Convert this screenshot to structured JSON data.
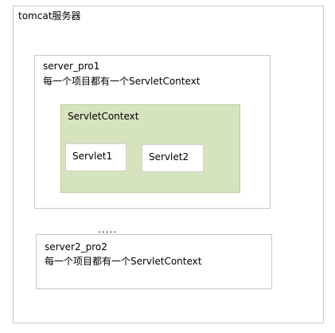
{
  "tomcat": {
    "title": "tomcat服务器"
  },
  "projects": [
    {
      "name": "server_pro1",
      "description": "每一个项目都有一个ServletContext",
      "context": {
        "label": "ServletContext",
        "servlets": [
          "Servlet1",
          "Servlet2"
        ]
      }
    },
    {
      "name": "server2_pro2",
      "description": "每一个项目都有一个ServletContext"
    }
  ],
  "ellipsis": ".....",
  "colors": {
    "context_fill": "#d6e4bd",
    "border": "#c8c8c8"
  }
}
